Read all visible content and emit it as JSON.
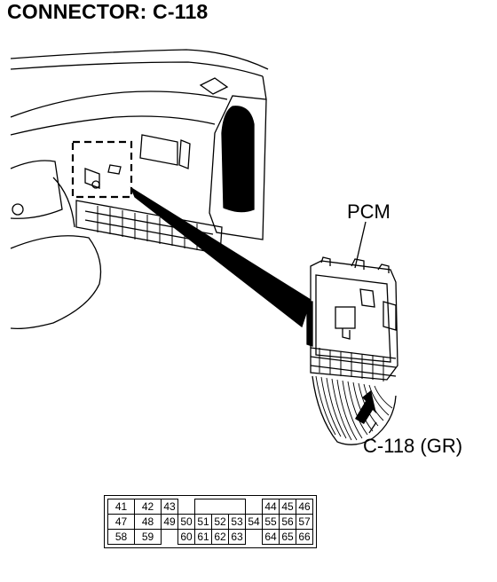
{
  "title": "CONNECTOR: C-118",
  "labels": {
    "pcm": "PCM",
    "connector": "C-118 (GR)"
  },
  "pinout": {
    "row1": [
      "41",
      "42",
      "43",
      "",
      "",
      "",
      "",
      "",
      "",
      "44",
      "45",
      "46"
    ],
    "row2": [
      "47",
      "48",
      "49",
      "50",
      "51",
      "52",
      "53",
      "54",
      "55",
      "56",
      "57"
    ],
    "row3": [
      "58",
      "59",
      "",
      "60",
      "61",
      "62",
      "63",
      "",
      "64",
      "65",
      "66"
    ]
  }
}
